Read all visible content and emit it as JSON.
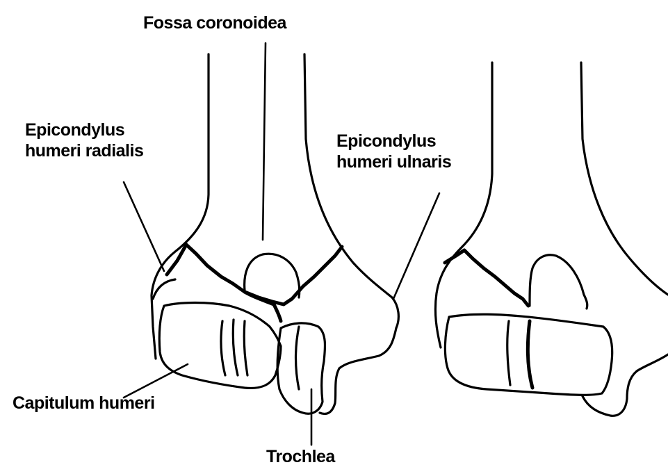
{
  "labels": {
    "fossa_coronoidea": "Fossa coronoidea",
    "epicondylus_radialis": {
      "line1": "Epicondylus",
      "line2": "humeri radialis"
    },
    "epicondylus_ulnaris": {
      "line1": "Epicondylus",
      "line2": "humeri ulnaris"
    },
    "capitulum_humeri": "Capitulum humeri",
    "trochlea": "Trochlea"
  },
  "colors": {
    "ink": "#000000",
    "background": "#ffffff"
  }
}
